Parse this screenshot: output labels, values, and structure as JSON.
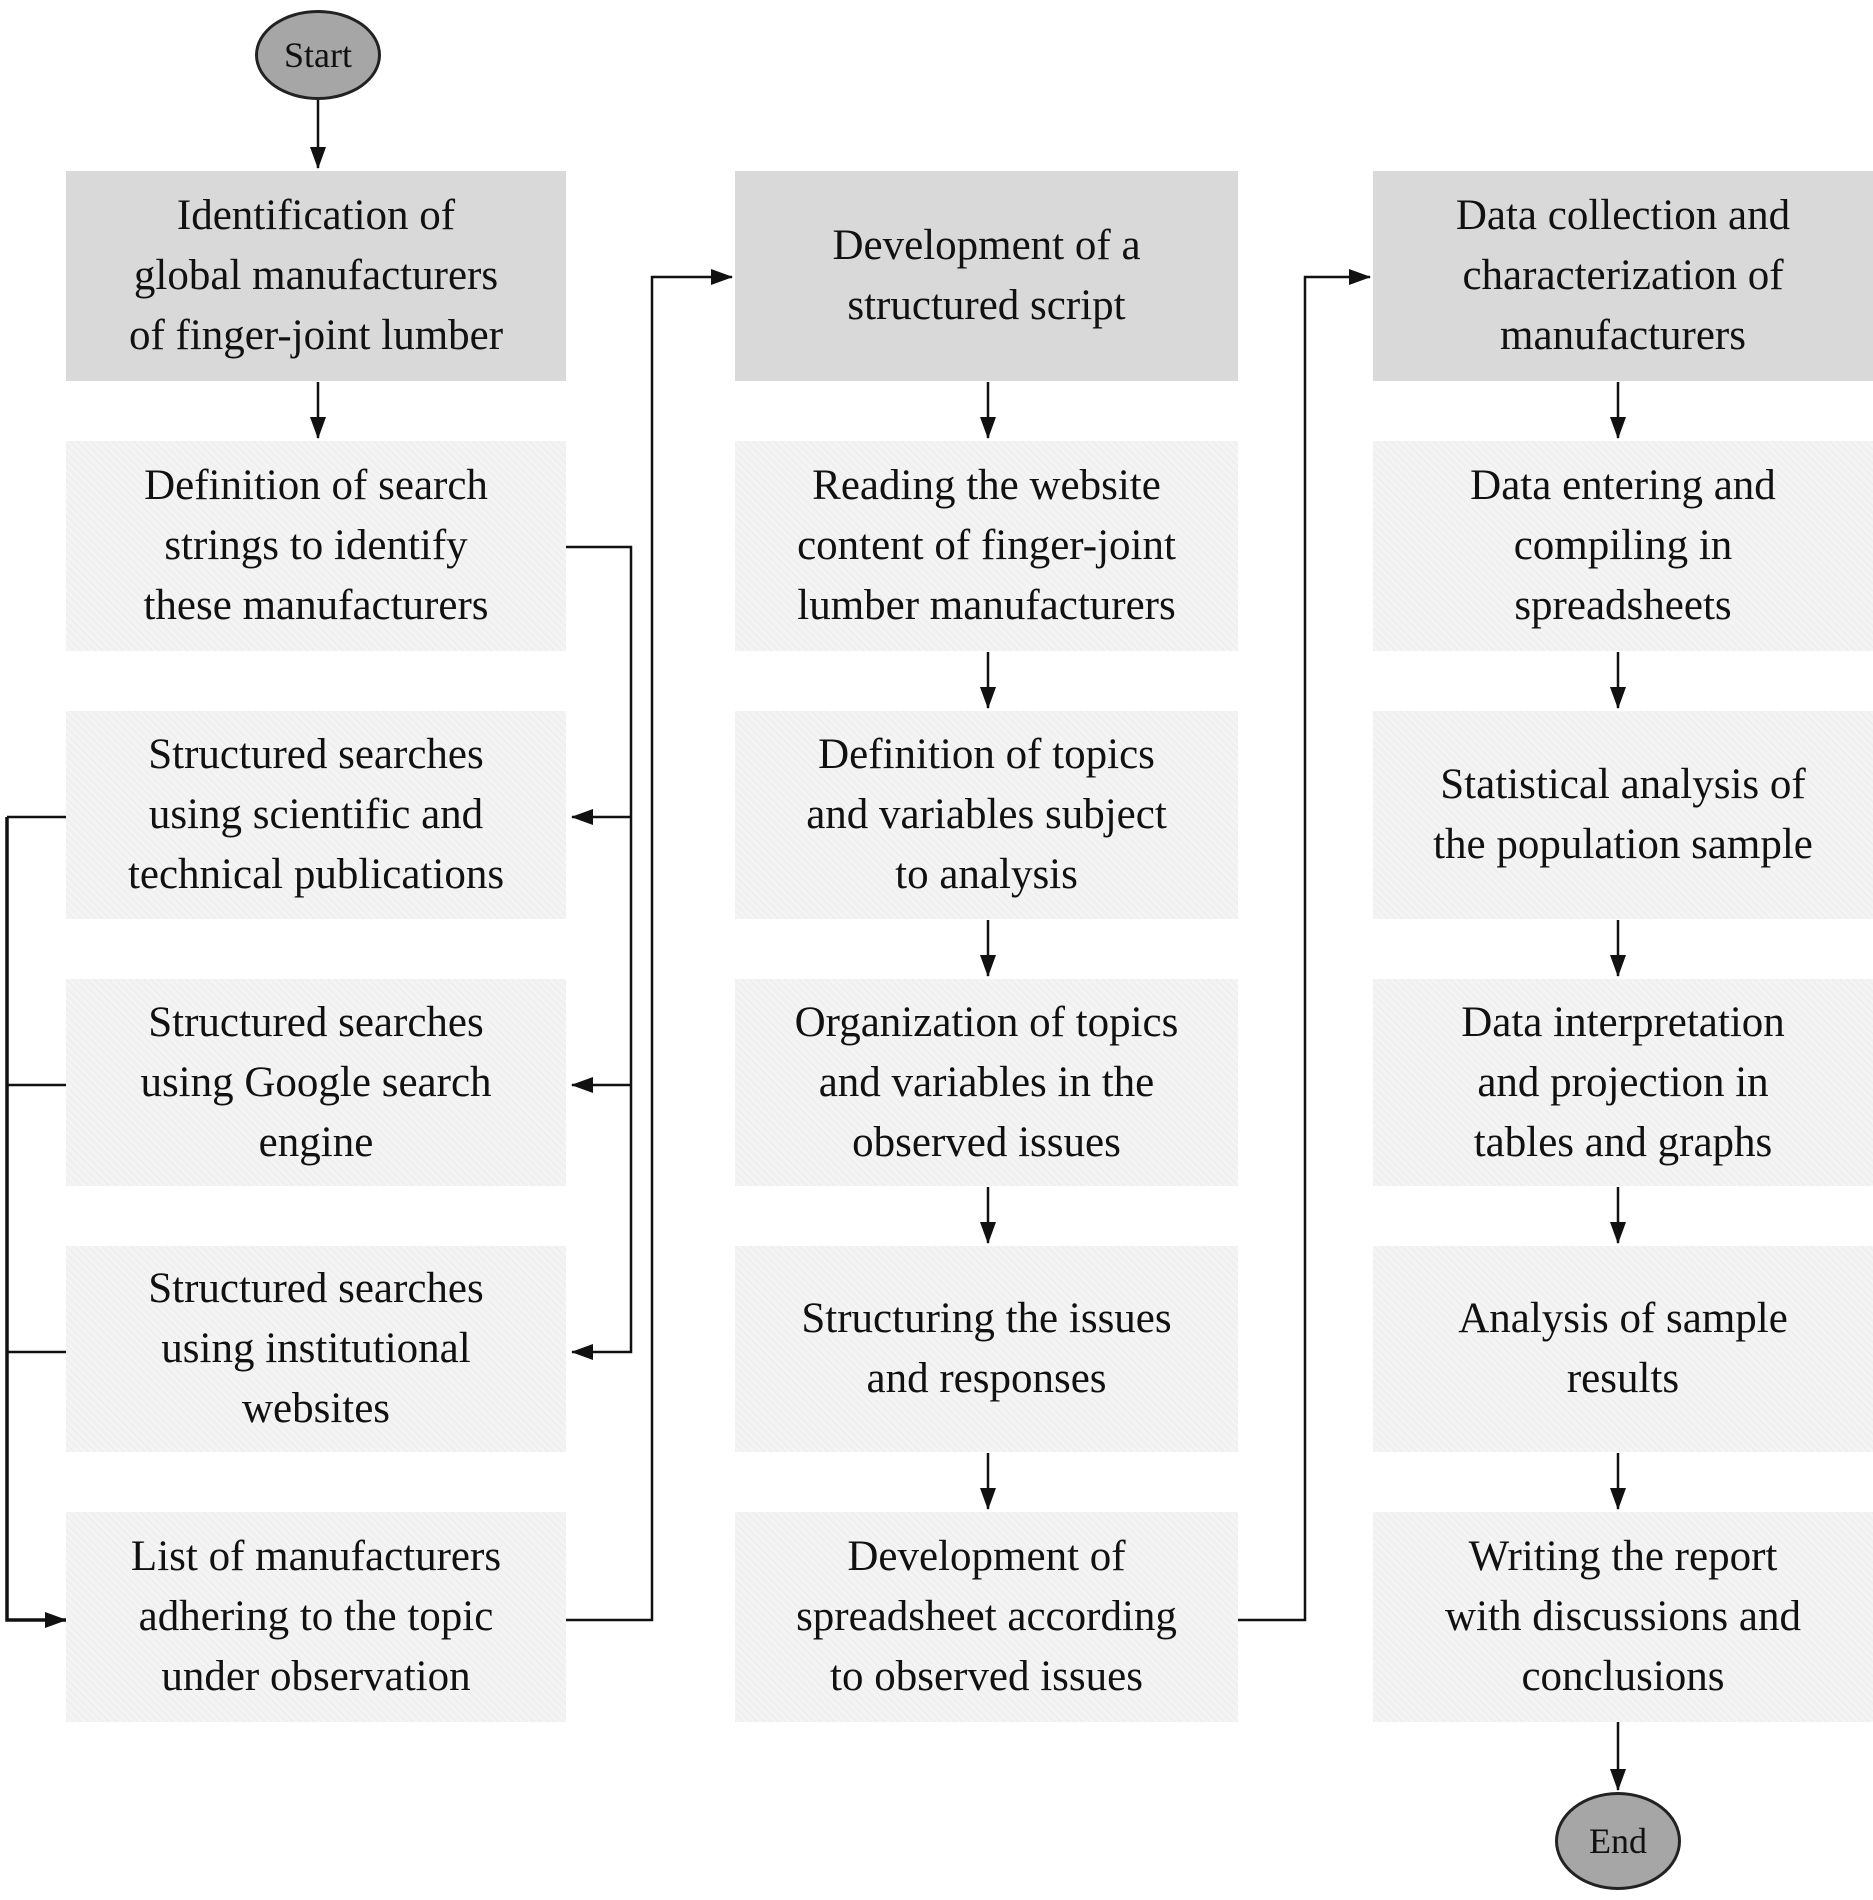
{
  "terminals": {
    "start": "Start",
    "end": "End"
  },
  "columns": [
    {
      "header": "Identification of\nglobal manufacturers\nof finger-joint lumber",
      "steps": [
        "Definition of search\nstrings to identify\nthese manufacturers",
        "Structured searches\nusing scientific and\ntechnical publications",
        "Structured searches\nusing Google search\nengine",
        "Structured searches\nusing institutional\nwebsites",
        "List of manufacturers\nadhering to the topic\nunder observation"
      ]
    },
    {
      "header": "Development of a\nstructured script",
      "steps": [
        "Reading the website\ncontent of finger-joint\nlumber manufacturers",
        "Definition of topics\nand variables subject\nto analysis",
        "Organization of topics\nand variables in the\nobserved issues",
        "Structuring the issues\nand responses",
        "Development of\nspreadsheet according\nto observed issues"
      ]
    },
    {
      "header": "Data collection and\ncharacterization of\nmanufacturers",
      "steps": [
        "Data entering and\ncompiling in\nspreadsheets",
        "Statistical analysis of\nthe population sample",
        "Data interpretation\nand projection in\ntables and graphs",
        "Analysis of sample\nresults",
        "Writing the report\nwith discussions and\nconclusions"
      ]
    }
  ]
}
